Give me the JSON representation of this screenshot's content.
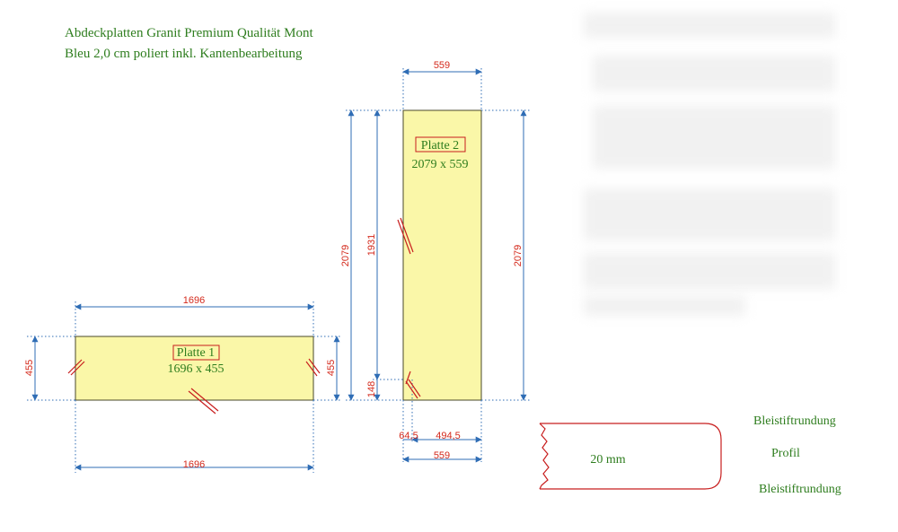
{
  "title": {
    "line1": "Abdeckplatten Granit Premium Qualität Mont",
    "line2": "Bleu 2,0 cm poliert inkl. Kantenbearbeitung"
  },
  "platte1": {
    "name": "Platte 1",
    "size": "1696 x 455",
    "dim_top": "1696",
    "dim_bottom": "1696",
    "dim_left": "455",
    "dim_right": "455"
  },
  "platte2": {
    "name": "Platte 2",
    "size": "2079 x 559",
    "dim_top": "559",
    "dim_bottom": "559",
    "dim_left_outer": "2079",
    "dim_left_inner": "1931",
    "dim_left_small": "148",
    "dim_right": "2079",
    "dim_bottom_a": "64,5",
    "dim_bottom_b": "494,5"
  },
  "profile": {
    "thickness": "20 mm",
    "label_top": "Bleistiftrundung",
    "label_mid": "Profil",
    "label_bottom": "Bleistiftrundung"
  },
  "colors": {
    "slab_fill": "#faf7a8",
    "dim_line": "#2f6db5",
    "dim_text": "#d42a1c",
    "label_green": "#2e7d1e",
    "cut_mark": "#c81e1e",
    "profile_outline": "#c81e1e"
  }
}
